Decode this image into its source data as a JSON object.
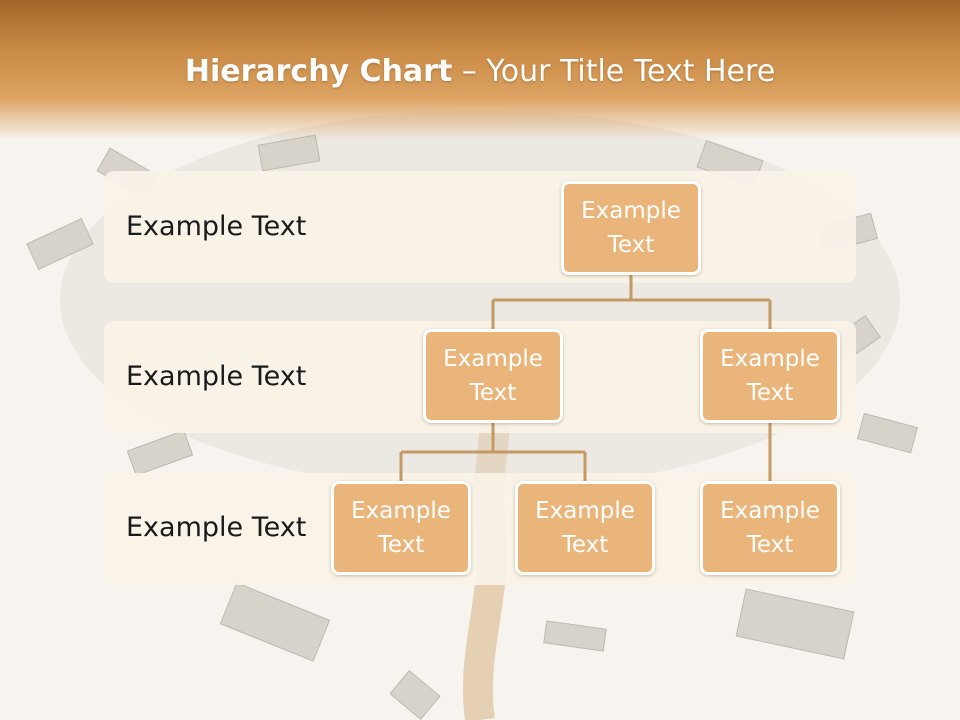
{
  "header": {
    "title_bold": "Hierarchy Chart",
    "title_rest": " – Your Title Text Here"
  },
  "levels": [
    {
      "label": "Example Text"
    },
    {
      "label": "Example Text"
    },
    {
      "label": "Example Text"
    }
  ],
  "nodes": {
    "root": "Example Text",
    "level2_left": "Example Text",
    "level2_right": "Example Text",
    "level3_a": "Example Text",
    "level3_b": "Example Text",
    "level3_c": "Example Text"
  },
  "colors": {
    "header": "#c98a44",
    "node_fill": "#e9b57b",
    "band_fill": "#f9f2e7",
    "connector": "#c49a64"
  }
}
